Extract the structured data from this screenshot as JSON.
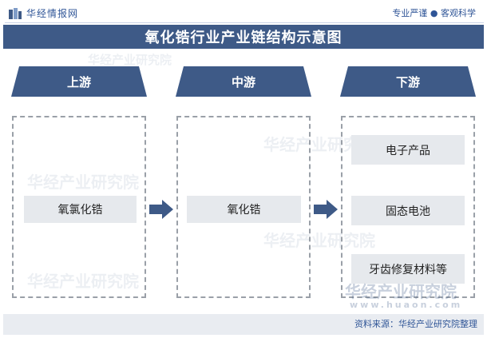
{
  "header": {
    "brand": "华经情报网",
    "slogan": "专业严谨 ● 客观科学"
  },
  "title": "氧化锆行业产业链结构示意图",
  "stages": [
    {
      "label": "上游",
      "items": [
        "氧氯化锆"
      ]
    },
    {
      "label": "中游",
      "items": [
        "氧化锆"
      ]
    },
    {
      "label": "下游",
      "items": [
        "电子产品",
        "固态电池",
        "牙齿修复材料等"
      ]
    }
  ],
  "watermark": {
    "text": "华经产业研究院",
    "url": "www.huaon.com"
  },
  "footer": {
    "source": "资料来源：华经产业研究院整理"
  },
  "colors": {
    "primary": "#3e5a87",
    "item_bg": "#e6e9ed",
    "dash": "#9aa0a8",
    "footer_bg": "#e9ecf1"
  },
  "icons": {
    "logo": "huajing-logo-icon",
    "flow_arrow": "right-arrow-icon"
  }
}
